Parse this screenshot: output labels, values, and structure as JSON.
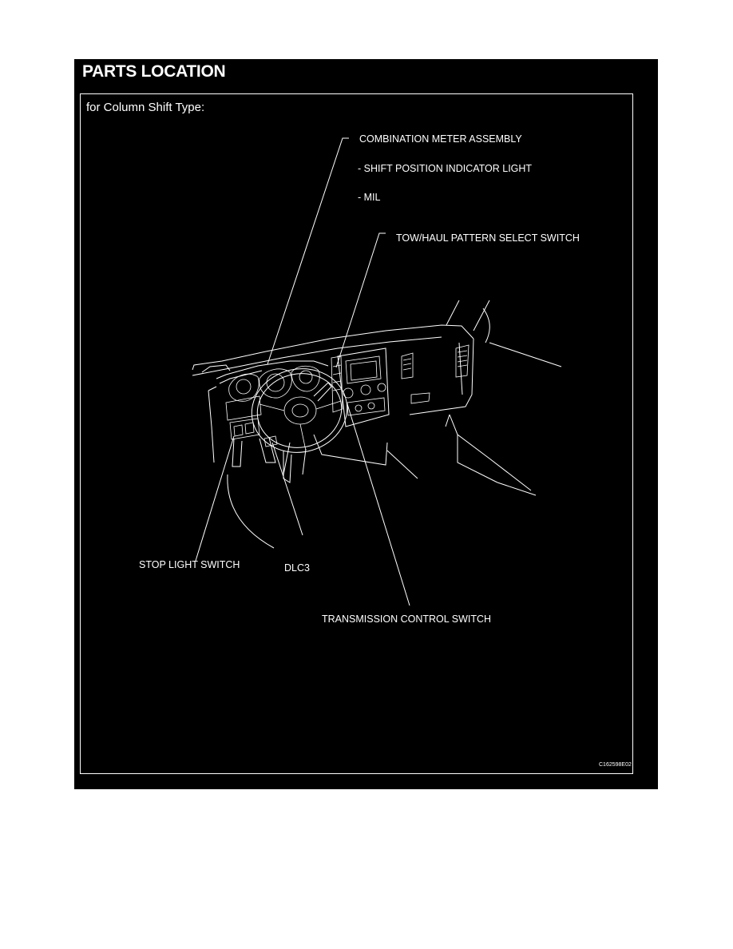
{
  "title": "PARTS LOCATION",
  "subtitle": "for Column Shift Type:",
  "labels": {
    "combination_meter": "COMBINATION METER ASSEMBLY",
    "shift_indicator": "- SHIFT POSITION INDICATOR LIGHT",
    "mil": "- MIL",
    "tow_haul": "TOW/HAUL PATTERN SELECT SWITCH",
    "stop_light": "STOP LIGHT SWITCH",
    "dlc3": "DLC3",
    "transmission": "TRANSMISSION CONTROL SWITCH"
  },
  "figure_code": "C162598E02",
  "colors": {
    "background": "#000000",
    "lines": "#ffffff",
    "page": "#ffffff"
  }
}
